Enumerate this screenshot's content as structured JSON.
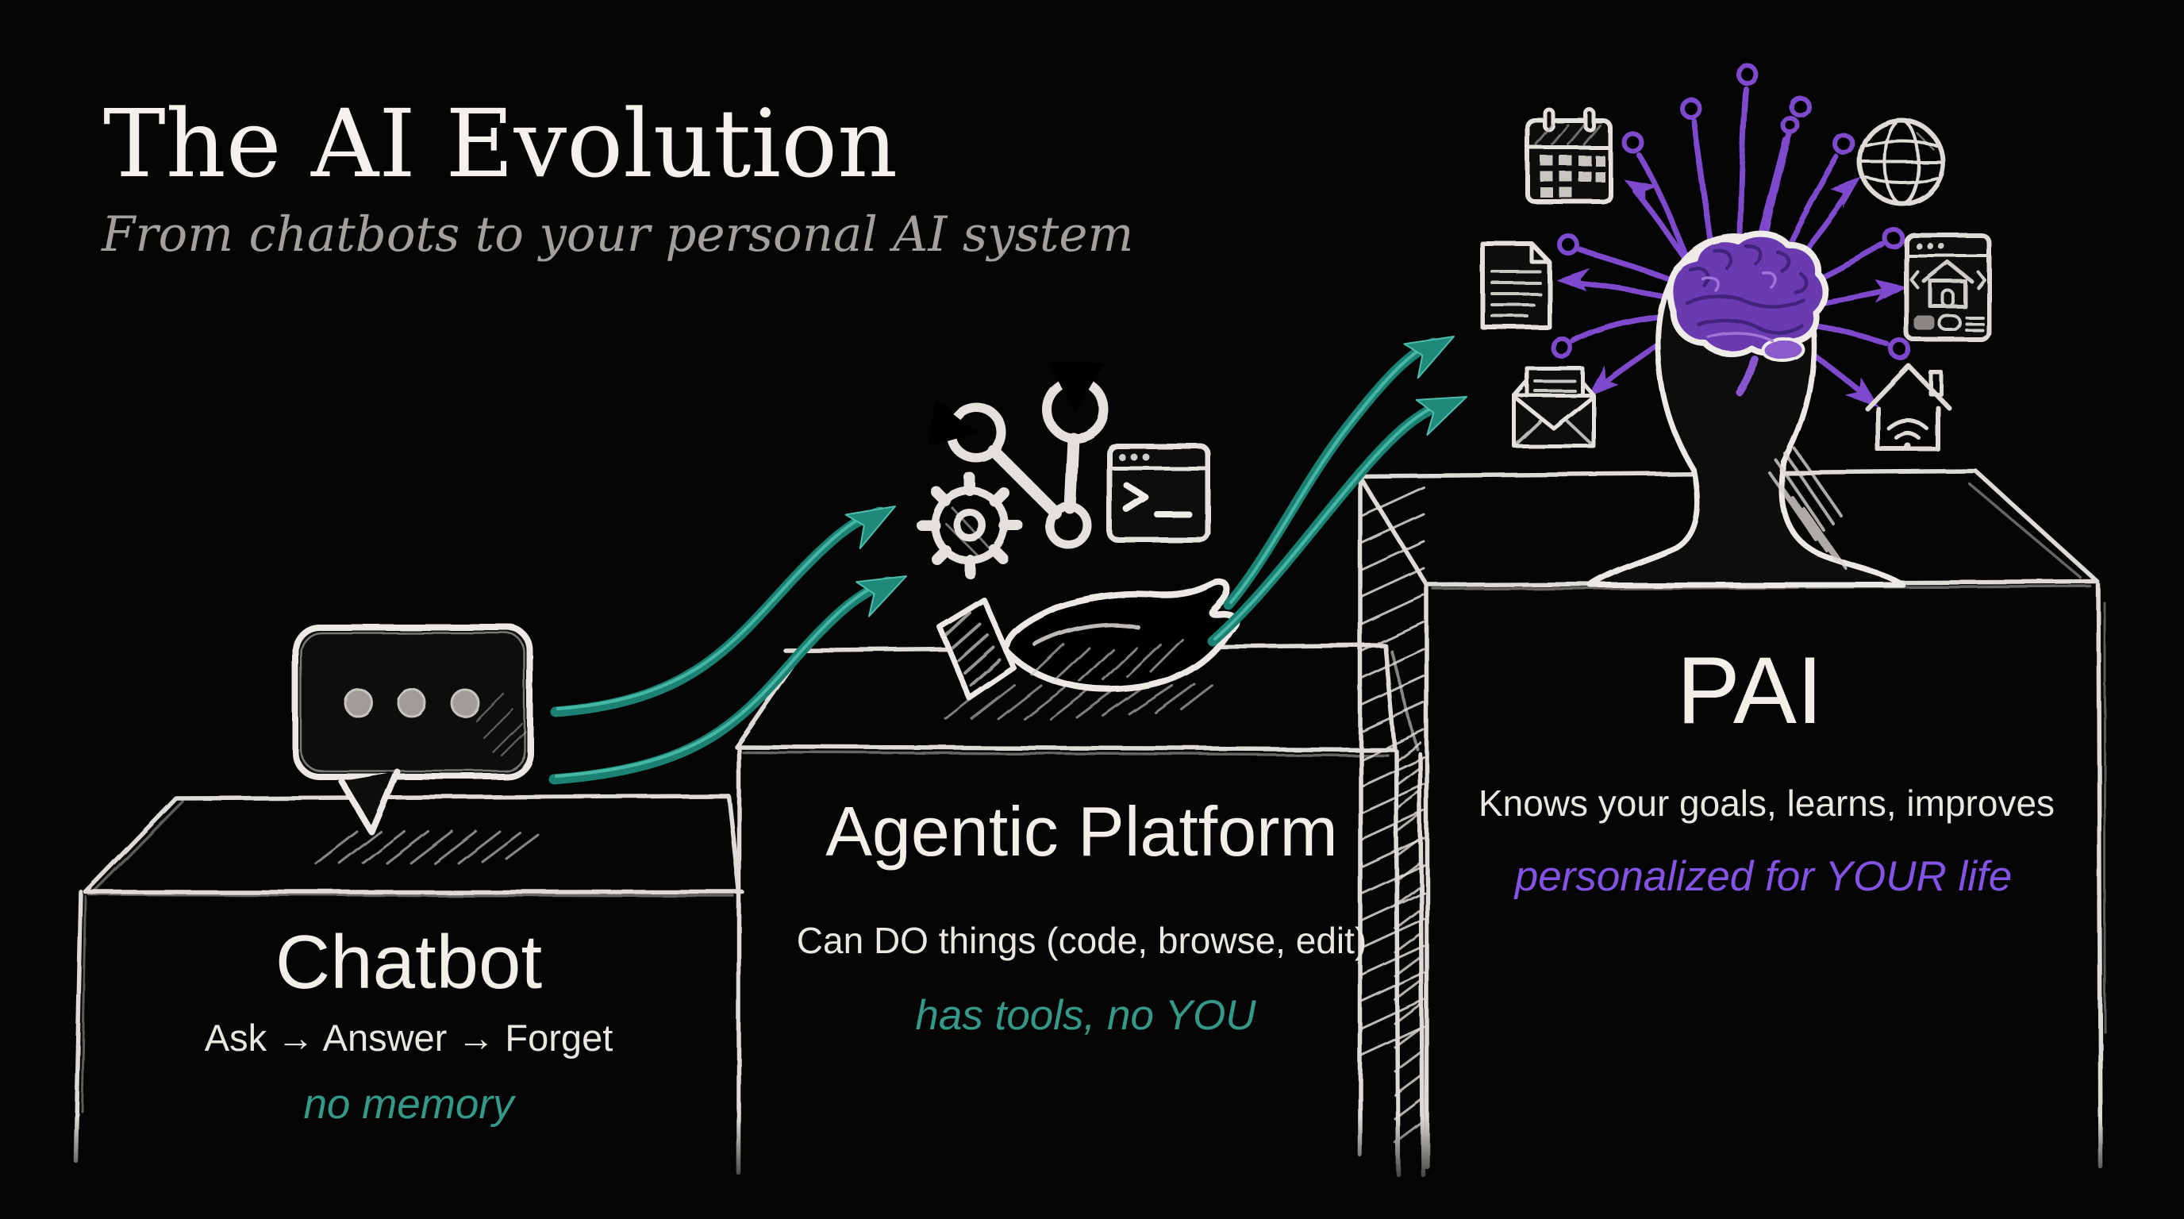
{
  "title": "The AI Evolution",
  "subtitle": "From chatbots to your personal AI system",
  "palette": {
    "background": "#050505",
    "chalk_white": "#ece9e4",
    "muted_gray": "#9d9a96",
    "teal_accent": "#35998a",
    "purple_accent": "#8353e6",
    "brain_purple": "#6a3ab0",
    "branch_purple": "#7e49cc"
  },
  "steps": [
    {
      "name": "chatbot",
      "title": "Chatbot",
      "flow": "Ask → Answer → Forget",
      "note": "no memory",
      "icon": "speech-bubble-icon"
    },
    {
      "name": "agentic-platform",
      "title": "Agentic Platform",
      "flow": "Can DO things (code, browse, edit)",
      "note": "has tools, no YOU",
      "icon": "hand-with-tools-icon"
    },
    {
      "name": "pai",
      "title": "PAI",
      "flow": "Knows your goals, learns, improves",
      "note": "personalized for YOUR life",
      "icon": "head-brain-icon"
    }
  ],
  "pai_orbit_icons": [
    "calendar-icon",
    "globe-icon",
    "document-icon",
    "browser-home-icon",
    "email-icon",
    "smart-home-icon"
  ]
}
